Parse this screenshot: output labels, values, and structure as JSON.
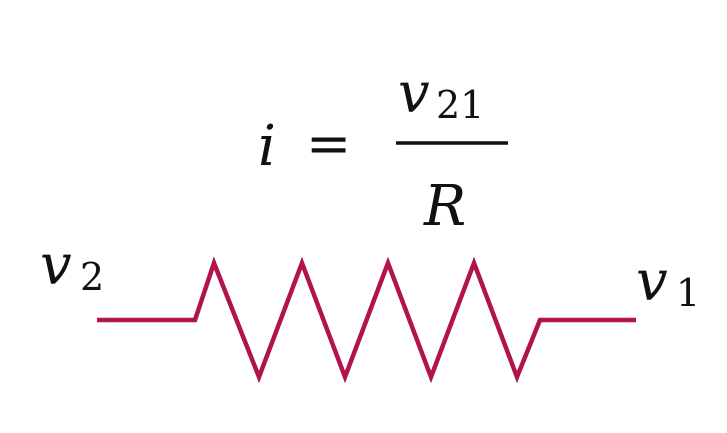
{
  "equation": {
    "lhs": "i",
    "op": "=",
    "numerator_var": "v",
    "numerator_sub": "21",
    "denominator": "R"
  },
  "terminals": {
    "left_var": "v",
    "left_sub": "2",
    "right_var": "v",
    "right_sub": "1"
  },
  "resistor": {
    "color": "#b0134e",
    "zigzag_peaks": 4
  }
}
